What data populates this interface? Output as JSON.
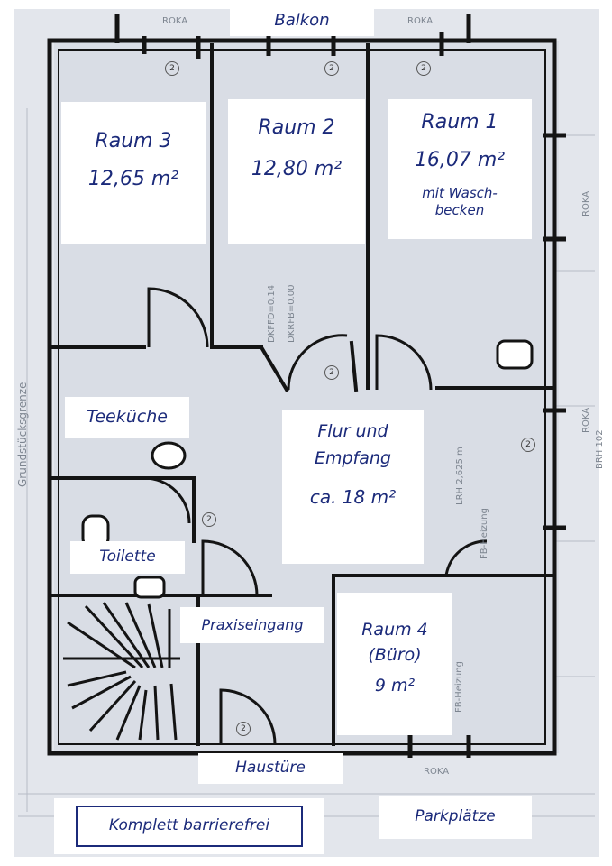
{
  "labels": {
    "balkon": "Balkon",
    "raum3": {
      "name": "Raum 3",
      "area": "12,65 m²"
    },
    "raum2": {
      "name": "Raum 2",
      "area": "12,80 m²"
    },
    "raum1": {
      "name": "Raum 1",
      "area": "16,07 m²",
      "note": "mit Wasch-becken"
    },
    "teekueche": "Teeküche",
    "flur": {
      "line1": "Flur und",
      "line2": "Empfang",
      "area": "ca. 18 m²"
    },
    "toilette": "Toilette",
    "praxiseingang": "Praxiseingang",
    "raum4": {
      "name": "Raum 4",
      "sub": "(Büro)",
      "area": "9 m²"
    },
    "haustuere": "Haustüre",
    "barrierefrei": "Komplett barrierefrei",
    "parkplaetze": "Parkplätze"
  },
  "plan_text": {
    "grundstuecksgrenze": "Grundstücksgrenze",
    "roka": "ROKA",
    "fb_heizung": "FB-Heizung",
    "dkfd": "DKFFD=0.14",
    "dkrfb": "DKRFB=0.00",
    "lrh": "LRH 2,625 m",
    "bh": "BRH 102",
    "num2": "2"
  },
  "colors": {
    "ink": "#1b2a7a",
    "wall": "#141414",
    "background_plan": "#dfe3ea"
  }
}
